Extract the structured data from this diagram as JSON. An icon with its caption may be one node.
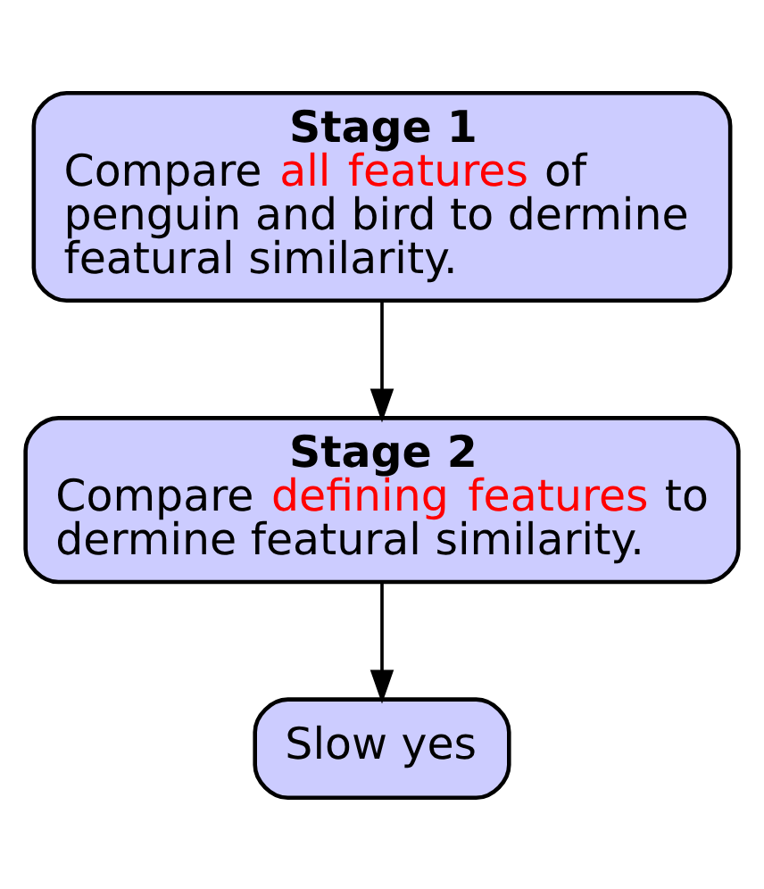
{
  "diagram": {
    "nodes": [
      {
        "text": [
          "Stage 1",
          "Compare all features of penguin and bird to dermine featural similarity."
        ]
      },
      {
        "text": [
          "Stage 2",
          "Compare defining features to dermine featural similarity."
        ]
      },
      {
        "text": [
          "Slow yes"
        ]
      }
    ],
    "edges": [
      {
        "from": 0,
        "to": 1,
        "arrow": "to"
      },
      {
        "from": 1,
        "to": 2,
        "arrow": "to"
      }
    ]
  }
}
